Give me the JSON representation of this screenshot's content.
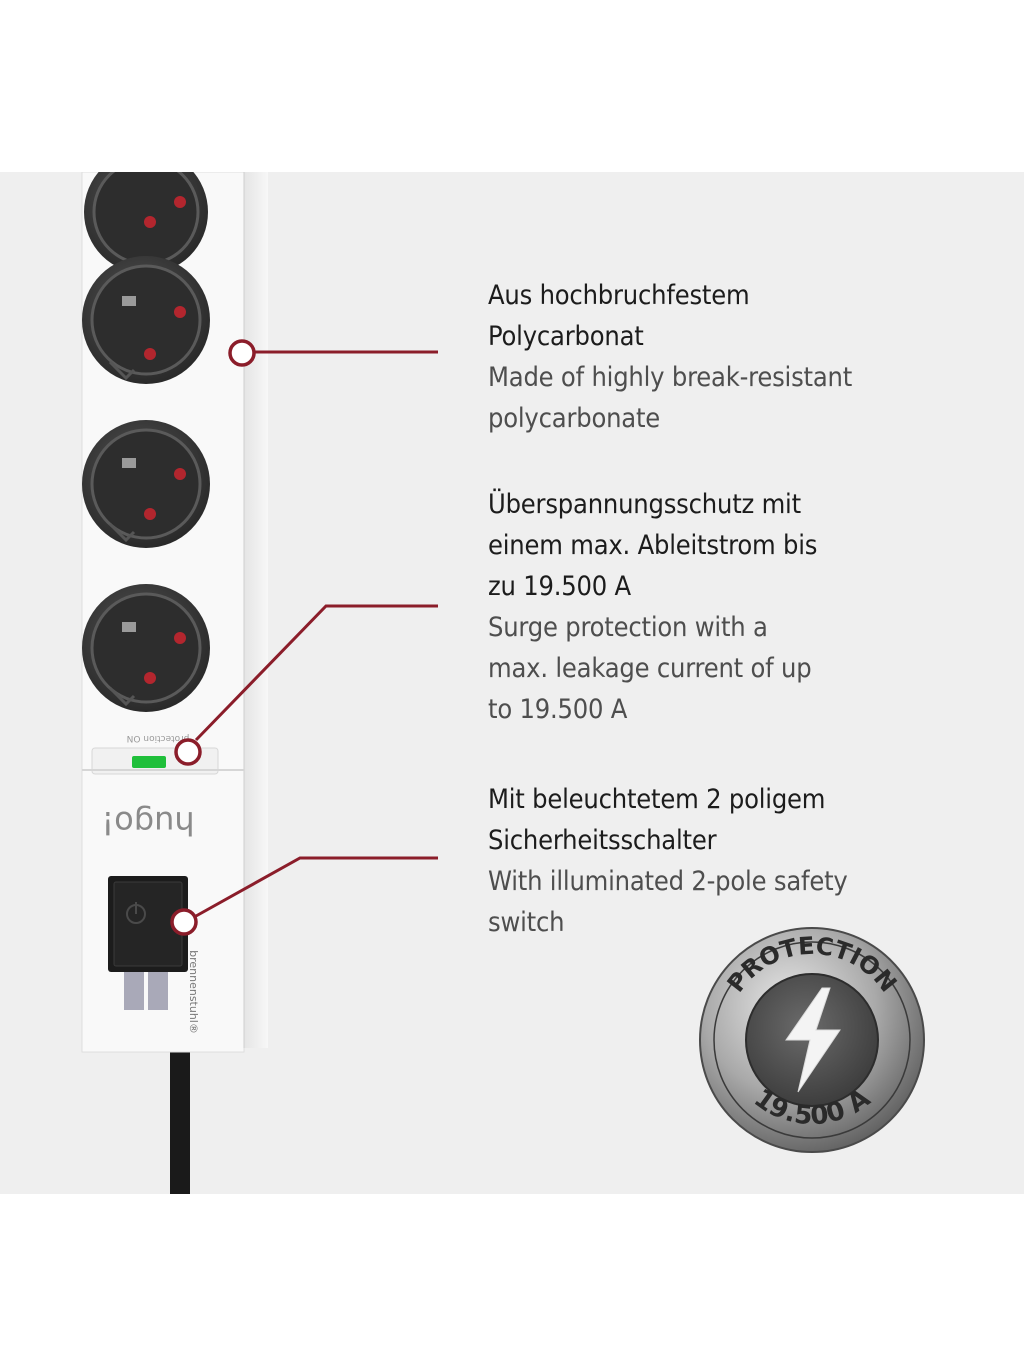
{
  "product": {
    "model_label": "hugo!",
    "brand_label": "brennenstuhl®",
    "indicator_label": "protection ON"
  },
  "features": [
    {
      "de": [
        "Aus hochbruchfestem",
        "Polycarbonat"
      ],
      "en": [
        "Made of highly break-resistant",
        "polycarbonate"
      ]
    },
    {
      "de": [
        "Überspannungsschutz mit",
        "einem max. Ableitstrom bis",
        "zu 19.500 A"
      ],
      "en": [
        "Surge protection with a",
        "max. leakage current of up",
        "to 19.500 A"
      ]
    },
    {
      "de": [
        "Mit beleuchtetem 2 poligem",
        "Sicherheitsschalter"
      ],
      "en": [
        "With illuminated 2-pole safety",
        "switch"
      ]
    }
  ],
  "badge": {
    "top_text": "PROTECTION",
    "bottom_text": "19.500 A",
    "icon": "lightning-bolt-icon"
  },
  "colors": {
    "callout_line": "#8b1d2a",
    "socket_pin_red": "#b3262e",
    "indicator_green": "#1fbf3a",
    "panel_bg": "#efefef"
  }
}
